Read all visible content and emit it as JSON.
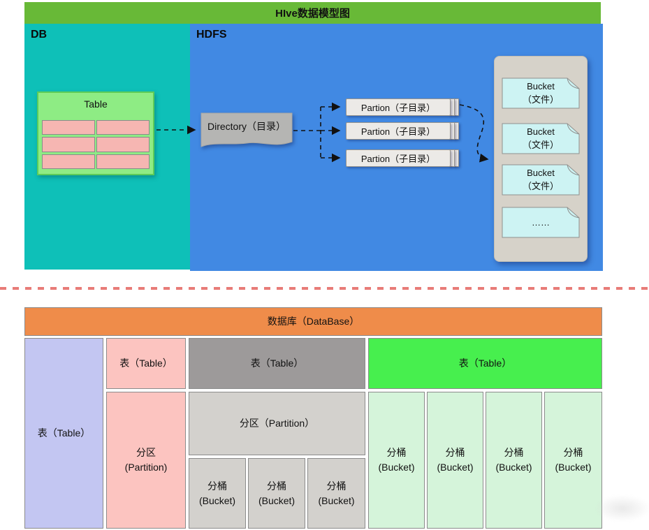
{
  "top": {
    "title": "HIve数据模型图",
    "db_label": "DB",
    "hdfs_label": "HDFS",
    "table_title": "Table",
    "table_grid": {
      "rows": 3,
      "cols": 2
    },
    "directory_label": "Directory（目录）",
    "partitions": [
      {
        "label": "Partion（子目录）"
      },
      {
        "label": "Partion（子目录）"
      },
      {
        "label": "Partion（子目录）"
      }
    ],
    "buckets": [
      {
        "label": "Bucket\n（文件）"
      },
      {
        "label": "Bucket\n（文件）"
      },
      {
        "label": "Bucket\n（文件）"
      },
      {
        "label": "……"
      }
    ]
  },
  "bottom": {
    "header": "数据库（DataBase）",
    "col_plain": {
      "table": "表（Table）"
    },
    "col_partitioned": {
      "table": "表（Table）",
      "partition": "分区\n(Partition)"
    },
    "col_partitioned_bucketed": {
      "table": "表（Table）",
      "partition": "分区（Partition）",
      "buckets": [
        {
          "label": "分桶\n(Bucket)"
        },
        {
          "label": "分桶\n(Bucket)"
        },
        {
          "label": "分桶\n(Bucket)"
        }
      ]
    },
    "col_bucketed": {
      "table": "表（Table）",
      "buckets": [
        {
          "label": "分桶\n(Bucket)"
        },
        {
          "label": "分桶\n(Bucket)"
        },
        {
          "label": "分桶\n(Bucket)"
        },
        {
          "label": "分桶\n(Bucket)"
        }
      ]
    }
  },
  "colors": {
    "title_green": "#68b937",
    "db_teal": "#0ec0b8",
    "hdfs_blue": "#4189e3",
    "table_box_green": "#8eec84",
    "table_cell_pink": "#f6b6b2",
    "shape_gray": "#b5b5b3",
    "partion_gray": "#eceae7",
    "panel_gray": "#d6d2c9",
    "bucket_doc_cyan": "#cdf3f3",
    "divider_red": "#e87c78",
    "database_orange": "#ef8c4a",
    "table_lavender": "#c3c6f2",
    "table_pink": "#fcc4c0",
    "table_gray_header": "#9d9a9a",
    "table_gray_cell": "#d3d1cd",
    "table_green_header": "#47ef4e",
    "table_green_cell": "#d5f4da"
  }
}
